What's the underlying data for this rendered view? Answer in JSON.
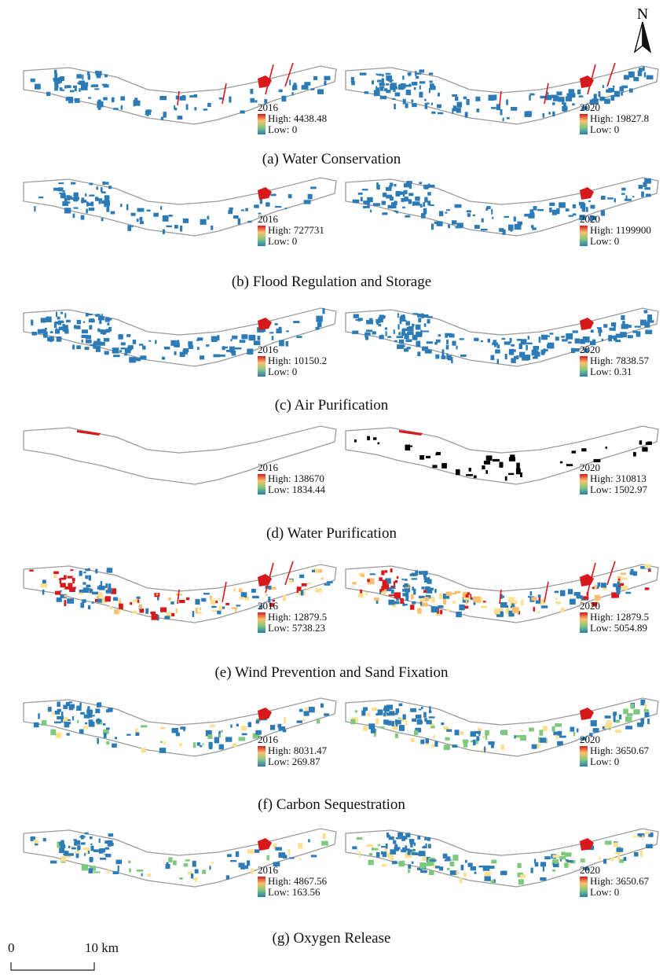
{
  "north_label": "N",
  "scale": {
    "zero": "0",
    "ten": "10 km"
  },
  "colors": {
    "high": "#d7191c",
    "mid": "#fdbf6f",
    "low": "#2c7bb6",
    "green": "#7fc97f",
    "outline": "#9a9a9a"
  },
  "rows": [
    {
      "caption": "(a) Water Conservation",
      "left": {
        "year": "2016",
        "high": "High: 4438.48",
        "low": "Low: 0"
      },
      "right": {
        "year": "2020",
        "high": "High: 19827.8",
        "low": "Low: 0"
      }
    },
    {
      "caption": "(b) Flood Regulation and Storage",
      "left": {
        "year": "2016",
        "high": "High: 727731",
        "low": "Low: 0"
      },
      "right": {
        "year": "2020",
        "high": "High: 1199900",
        "low": "Low: 0"
      }
    },
    {
      "caption": "(c) Air Purification",
      "left": {
        "year": "2016",
        "high": "High: 10150.2",
        "low": "Low: 0"
      },
      "right": {
        "year": "2020",
        "high": "High: 7838.57",
        "low": "Low: 0.31"
      }
    },
    {
      "caption": "(d) Water Purification",
      "left": {
        "year": "2016",
        "high": "High: 138670",
        "low": "Low: 1834.44"
      },
      "right": {
        "year": "2020",
        "high": "High: 310813",
        "low": "Low: 1502.97"
      }
    },
    {
      "caption": "(e) Wind Prevention and Sand Fixation",
      "left": {
        "year": "2016",
        "high": "High: 12879.5",
        "low": "Low: 5738.23"
      },
      "right": {
        "year": "2020",
        "high": "High: 12879.5",
        "low": "Low: 5054.89"
      }
    },
    {
      "caption": "(f) Carbon Sequestration",
      "left": {
        "year": "2016",
        "high": "High: 8031.47",
        "low": "Low: 269.87"
      },
      "right": {
        "year": "2020",
        "high": "High: 3650.67",
        "low": "Low: 0"
      }
    },
    {
      "caption": "(g) Oxygen Release",
      "left": {
        "year": "2016",
        "high": "High: 4867.56",
        "low": "Low: 163.56"
      },
      "right": {
        "year": "2020",
        "high": "High: 3650.67",
        "low": "Low: 0"
      }
    }
  ]
}
